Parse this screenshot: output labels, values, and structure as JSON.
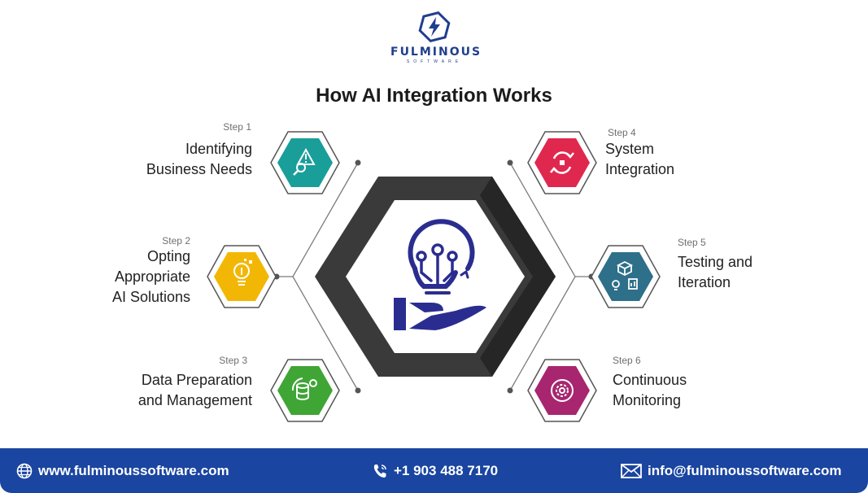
{
  "logo": {
    "brand": "FULMINOUS",
    "sub": "SOFTWARE"
  },
  "title": "How AI Integration Works",
  "steps": [
    {
      "num": "Step 1",
      "line1": "Identifying",
      "line2": "Business Needs",
      "line3": "",
      "color": "#1a9e9a",
      "icon": "alert-magnifier-icon"
    },
    {
      "num": "Step 2",
      "line1": "Opting",
      "line2": "Appropriate",
      "line3": "AI Solutions",
      "color": "#f2b705",
      "icon": "lightbulb-icon"
    },
    {
      "num": "Step 3",
      "line1": "Data Preparation",
      "line2": "and Management",
      "line3": "",
      "color": "#3fa535",
      "icon": "database-gear-icon"
    },
    {
      "num": "Step 4",
      "line1": "System",
      "line2": "Integration",
      "line3": "",
      "color": "#e0284f",
      "icon": "sync-arrows-icon"
    },
    {
      "num": "Step 5",
      "line1": "Testing and",
      "line2": "Iteration",
      "line3": "",
      "color": "#2e6f8a",
      "icon": "testing-boxes-icon"
    },
    {
      "num": "Step 6",
      "line1": "Continuous",
      "line2": "Monitoring",
      "line3": "",
      "color": "#a8266f",
      "icon": "monitoring-gear-icon"
    }
  ],
  "center_icon": "ai-bulb-hand-icon",
  "colors": {
    "footer_bg": "#1a45a0",
    "accent_navy": "#2a2d8f",
    "hex_dark": "#3a3a3a"
  },
  "footer": {
    "website": "www.fulminoussoftware.com",
    "phone": "+1 903 488 7170",
    "email": "info@fulminoussoftware.com"
  }
}
